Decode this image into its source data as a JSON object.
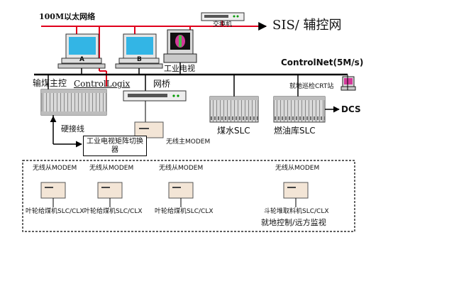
{
  "network": {
    "ethernet_label": "100M以太网络",
    "switch_label": "交换机",
    "sis_label": "SIS/ 辅控网",
    "controlnet_label": "ControlNet(5M/s)",
    "dcs_label": "DCS"
  },
  "devices": {
    "pc1_label": "A",
    "pc2_label": "B",
    "tv_label": "工业电视",
    "main_ctrl_label": "输煤主控",
    "controllogix_label": "ControlLogix",
    "bridge_label": "网桥",
    "master_modem_label": "无线主MODEM",
    "coal_water_label": "煤水SLC",
    "fuel_oil_label": "燃油库SLC",
    "local_crt_label": "就地巡检CRT站",
    "hardwire_label": "硬接线",
    "tv_matrix_label": "工业电视矩阵切换器"
  },
  "field": {
    "slaves": [
      {
        "modem_label": "无线从MODEM",
        "slc_label": "叶轮给煤机SLC/CLX"
      },
      {
        "modem_label": "无线从MODEM",
        "slc_label": "叶轮给煤机SLC/CLX"
      },
      {
        "modem_label": "无线从MODEM",
        "slc_label": "叶轮给煤机SLC/CLX"
      },
      {
        "modem_label": "无线从MODEM",
        "slc_label": "斗轮堆取料机SLC/CLX"
      }
    ],
    "footer_label": "就地控制/远方监视"
  },
  "colors": {
    "ethernet": "#e0001b",
    "controlnet": "#000000",
    "modem_face": "#f3e5d6",
    "rack": "#dcdcdc"
  }
}
